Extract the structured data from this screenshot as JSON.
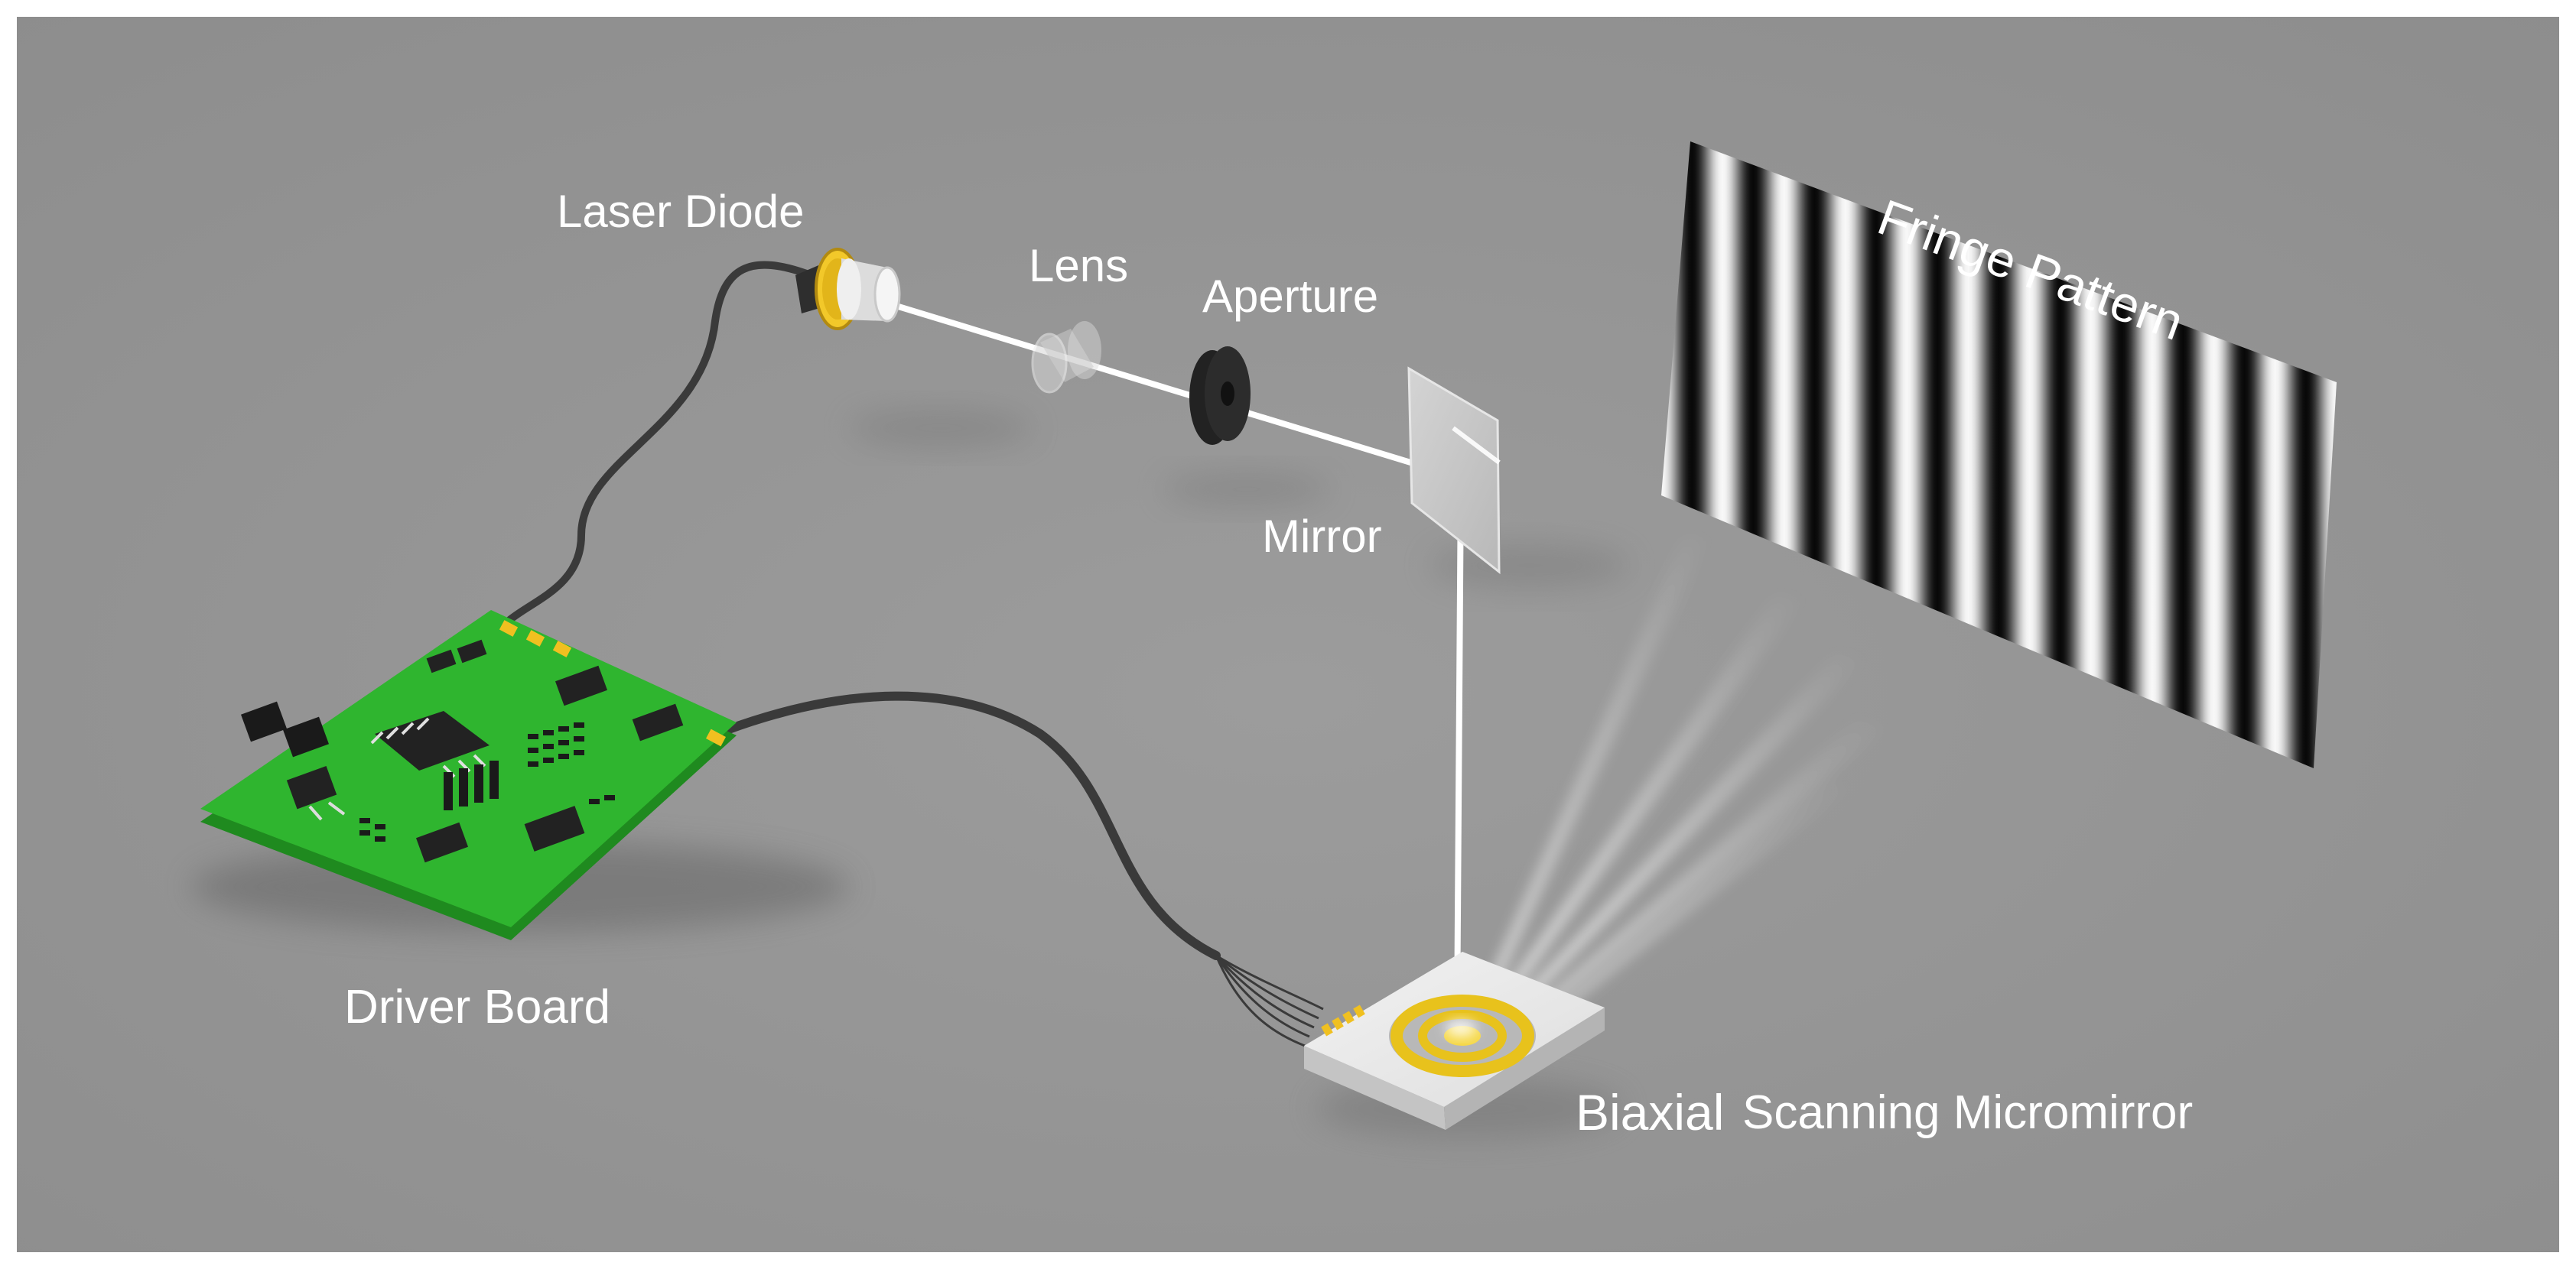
{
  "labels": {
    "laser_diode": "Laser Diode",
    "lens": "Lens",
    "aperture": "Aperture",
    "mirror": "Mirror",
    "fringe_pattern": "Fringe Pattern",
    "driver_board": "Driver Board",
    "biaxial": "Biaxial",
    "scanning_micromirror": "Scanning Micromirror"
  },
  "colors": {
    "background": "#969696",
    "pcb": "#2fb52f",
    "gold": "#e8c21c",
    "cable": "#3a3a3a",
    "beam": "#ffffff",
    "label": "#ffffff"
  },
  "fringe_stripes": 11
}
